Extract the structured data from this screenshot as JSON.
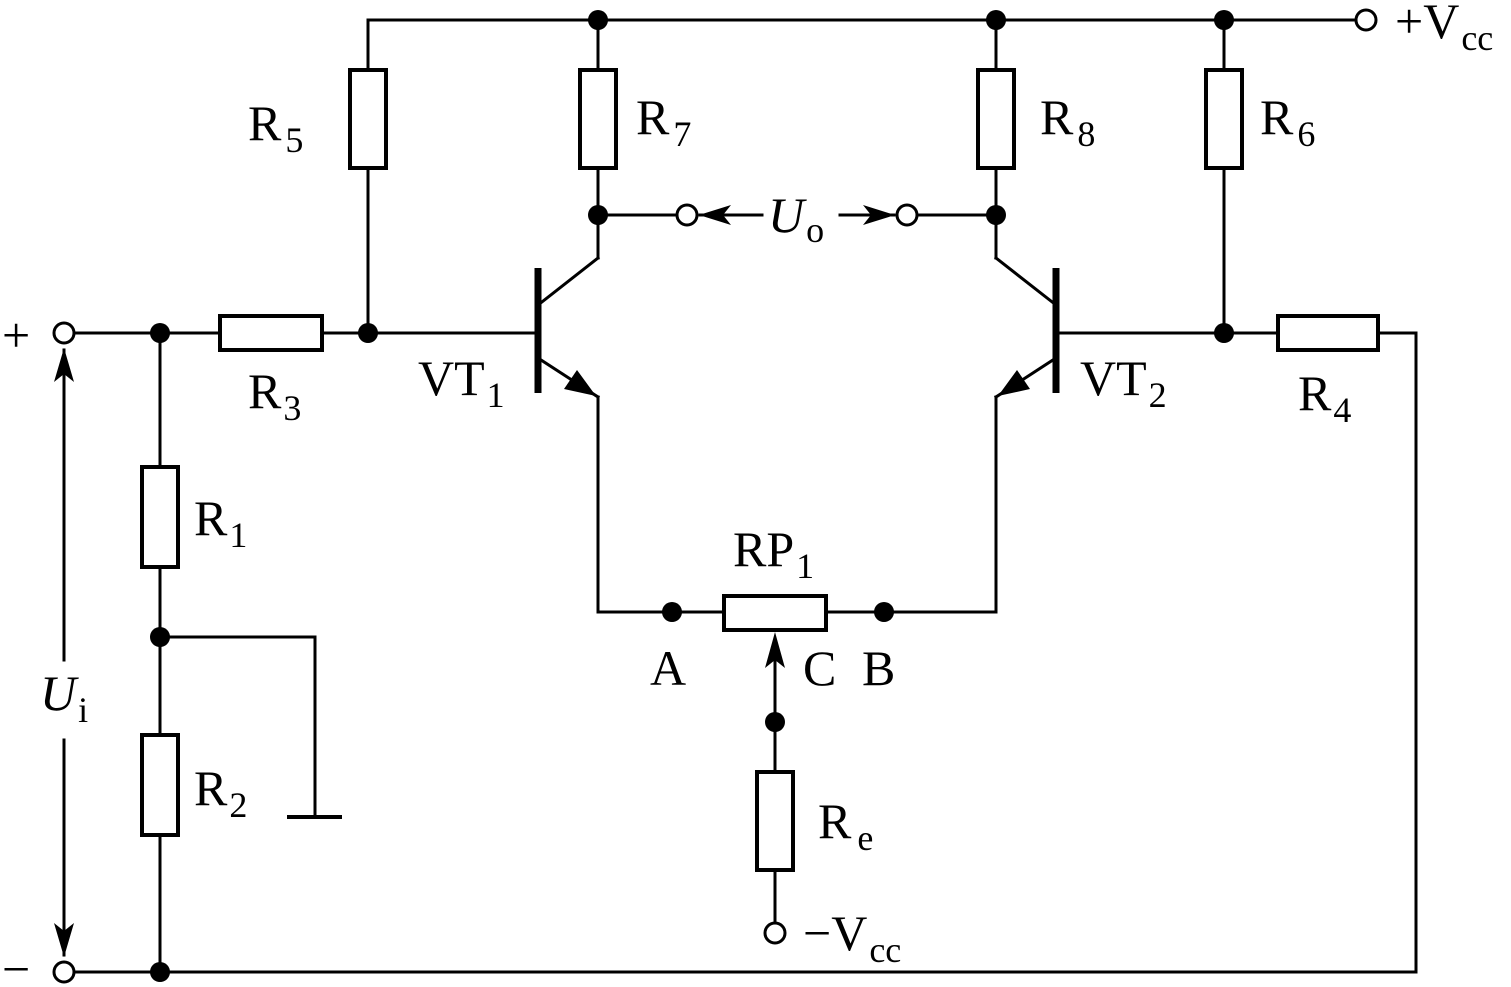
{
  "labels": {
    "r5": {
      "main": "R",
      "sub": "5"
    },
    "r7": {
      "main": "R",
      "sub": "7"
    },
    "r8": {
      "main": "R",
      "sub": "8"
    },
    "r6": {
      "main": "R",
      "sub": "6"
    },
    "r3": {
      "main": "R",
      "sub": "3"
    },
    "r4": {
      "main": "R",
      "sub": "4"
    },
    "r1": {
      "main": "R",
      "sub": "1"
    },
    "r2": {
      "main": "R",
      "sub": "2"
    },
    "re": {
      "main": "R",
      "sub": "e"
    },
    "rp1": {
      "main": "RP",
      "sub": "1"
    },
    "vt1": {
      "main": "VT",
      "sub": "1"
    },
    "vt2": {
      "main": "VT",
      "sub": "2"
    },
    "uo": {
      "main": "U",
      "sub": "o"
    },
    "ui": {
      "main": "U",
      "sub": "i"
    },
    "vcc_pos": {
      "main": "+V",
      "sub": "cc"
    },
    "vcc_neg": {
      "main": "−V",
      "sub": "cc"
    },
    "node_a": "A",
    "node_b": "B",
    "node_c": "C",
    "input_plus": "+",
    "input_minus": "−"
  }
}
